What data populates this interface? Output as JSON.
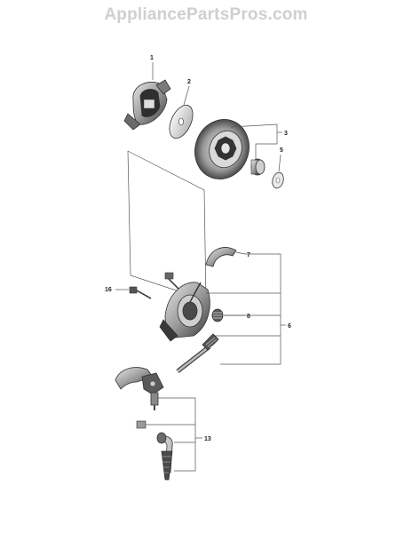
{
  "watermark": "AppliancePartsPros.com",
  "callouts": {
    "c1": "1",
    "c2": "2",
    "c3": "3",
    "c5": "5",
    "c6": "6",
    "c7": "7",
    "c8": "8",
    "c13": "13",
    "c16": "16"
  },
  "colors": {
    "line": "#555555",
    "part_dark": "#3a3a3a",
    "part_mid": "#8a8a8a",
    "part_light": "#d6d6d6",
    "watermark": "#cfcfcf"
  }
}
